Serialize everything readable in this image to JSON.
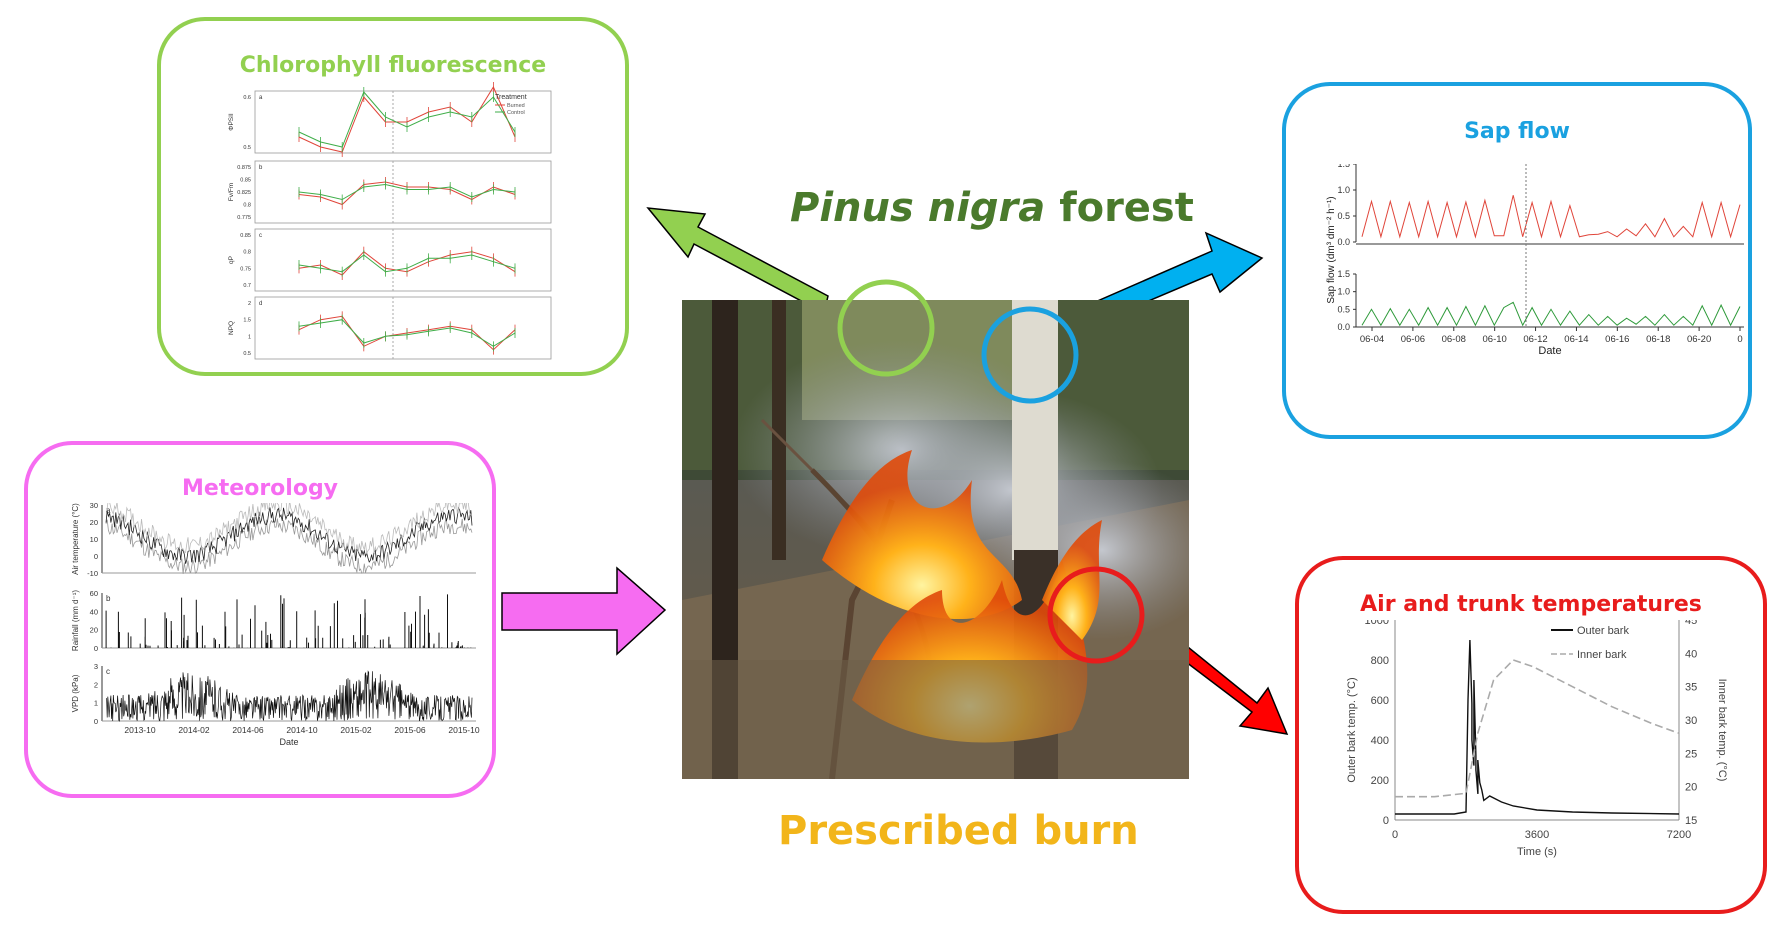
{
  "header": {
    "species": "Pinus nigra",
    "suffix": " forest",
    "burn": "Prescribed burn"
  },
  "colors": {
    "chlorophyll": "#92d050",
    "sap": "#1aa1e0",
    "meteorology": "#f66cf1",
    "temperature": "#e81c1c",
    "species_title": "#4a7a2c",
    "burn_title": "#f2b51a"
  },
  "panels": {
    "chlorophyll": {
      "title": "Chlorophyll fluorescence",
      "subplots": [
        "a",
        "b",
        "c",
        "d"
      ],
      "ylabels": [
        "ΦPSII",
        "Fv/Fm",
        "qP",
        "NPQ"
      ],
      "legend_title": "Treatment",
      "legend": [
        "Burned",
        "Control"
      ]
    },
    "sap": {
      "title": "Sap flow",
      "ylabel": "Sap flow (dm³ dm⁻² h⁻¹)",
      "xlabel": "Date"
    },
    "meteorology": {
      "title": "Meteorology",
      "subplots": [
        "a",
        "b",
        "c"
      ],
      "ylabels": [
        "Air temperature (°C)",
        "Rainfall (mm d⁻¹)",
        "VPD (kPa)"
      ],
      "xlabel": "Date"
    },
    "temperature": {
      "title": "Air and trunk temperatures",
      "ylabel_left": "Outer bark temp. (°C)",
      "ylabel_right": "Inner bark temp. (°C)",
      "xlabel": "Time (s)",
      "legend": [
        "Outer bark",
        "Inner bark"
      ]
    }
  },
  "chart_data": [
    {
      "type": "line",
      "panel": "sap",
      "categories": [
        "06-04",
        "06-06",
        "06-08",
        "06-10",
        "06-12",
        "06-14",
        "06-16",
        "06-18",
        "06-20",
        "0"
      ],
      "yticks": [
        0.0,
        0.5,
        1.0,
        1.5
      ],
      "ylim": [
        0,
        1.5
      ],
      "series": [
        {
          "color": "#e0453a",
          "values": [
            0.1,
            0.78,
            0.1,
            0.78,
            0.1,
            0.76,
            0.1,
            0.78,
            0.1,
            0.76,
            0.1,
            0.77,
            0.1,
            0.8,
            0.12,
            0.12,
            0.9,
            0.1,
            0.76,
            0.1,
            0.78,
            0.1,
            0.7,
            0.1,
            0.14,
            0.15,
            0.2,
            0.1,
            0.25,
            0.12,
            0.35,
            0.1,
            0.45,
            0.1,
            0.3,
            0.1,
            0.76,
            0.1,
            0.76,
            0.1,
            0.72
          ]
        },
        {
          "color": "#2e9a3a",
          "values": [
            0.05,
            0.5,
            0.05,
            0.52,
            0.05,
            0.5,
            0.05,
            0.55,
            0.05,
            0.55,
            0.05,
            0.58,
            0.05,
            0.6,
            0.05,
            0.55,
            0.7,
            0.05,
            0.55,
            0.05,
            0.5,
            0.05,
            0.45,
            0.05,
            0.35,
            0.05,
            0.3,
            0.05,
            0.25,
            0.08,
            0.3,
            0.05,
            0.35,
            0.05,
            0.3,
            0.05,
            0.6,
            0.05,
            0.62,
            0.05,
            0.58
          ]
        }
      ]
    },
    {
      "type": "line",
      "panel": "meteorology",
      "categories": [
        "2013-10",
        "2014-02",
        "2014-06",
        "2014-10",
        "2015-02",
        "2015-06",
        "2015-10"
      ],
      "subcharts": [
        {
          "ylim": [
            -10,
            30
          ],
          "yticks": [
            -10,
            0,
            10,
            20,
            30
          ]
        },
        {
          "ylim": [
            0,
            60
          ],
          "yticks": [
            0,
            20,
            40,
            60
          ]
        },
        {
          "ylim": [
            0,
            3
          ],
          "yticks": [
            0,
            1,
            2,
            3
          ]
        }
      ]
    },
    {
      "type": "line",
      "panel": "temperature",
      "xlim": [
        0,
        7200
      ],
      "xticks": [
        0,
        3600,
        7200
      ],
      "ylim_left": [
        0,
        1000
      ],
      "yticks_left": [
        0,
        200,
        400,
        600,
        800,
        1000
      ],
      "ylim_right": [
        15,
        45
      ],
      "yticks_right": [
        15,
        20,
        25,
        30,
        35,
        40,
        45
      ],
      "series": [
        {
          "name": "Outer bark",
          "axis": "left",
          "x": [
            0,
            1500,
            1800,
            1850,
            1900,
            1950,
            2000,
            2050,
            2100,
            2200,
            2400,
            2700,
            3000,
            3600,
            4500,
            5500,
            7200
          ],
          "y": [
            30,
            30,
            40,
            600,
            900,
            400,
            700,
            250,
            300,
            150,
            120,
            90,
            70,
            50,
            40,
            35,
            30
          ]
        },
        {
          "name": "Inner bark",
          "axis": "right",
          "x": [
            0,
            1000,
            1800,
            2100,
            2500,
            3000,
            3500,
            4500,
            5500,
            6500,
            7200
          ],
          "y": [
            18.5,
            18.5,
            19,
            28,
            36,
            39,
            38,
            35,
            32,
            29.5,
            28
          ]
        }
      ]
    },
    {
      "type": "line",
      "panel": "chlorophyll",
      "subcharts": [
        {
          "yticks": [
            0.5,
            0.6
          ],
          "series": [
            {
              "name": "Burned",
              "color": "#e0453a",
              "values": [
                0.52,
                0.5,
                0.49,
                0.6,
                0.55,
                0.55,
                0.57,
                0.58,
                0.55,
                0.62,
                0.52
              ]
            },
            {
              "name": "Control",
              "color": "#3fae49",
              "values": [
                0.53,
                0.51,
                0.5,
                0.61,
                0.56,
                0.54,
                0.56,
                0.57,
                0.56,
                0.6,
                0.53
              ]
            }
          ]
        },
        {
          "yticks": [
            0.775,
            0.8,
            0.825,
            0.85,
            0.875
          ],
          "series": [
            {
              "name": "Burned",
              "color": "#e0453a",
              "values": [
                0.82,
                0.815,
                0.8,
                0.84,
                0.845,
                0.835,
                0.835,
                0.83,
                0.81,
                0.835,
                0.82
              ]
            },
            {
              "name": "Control",
              "color": "#3fae49",
              "values": [
                0.825,
                0.82,
                0.81,
                0.835,
                0.84,
                0.83,
                0.83,
                0.835,
                0.815,
                0.83,
                0.825
              ]
            }
          ]
        },
        {
          "yticks": [
            0.7,
            0.75,
            0.8,
            0.85
          ],
          "series": [
            {
              "name": "Burned",
              "color": "#e0453a",
              "values": [
                0.75,
                0.76,
                0.73,
                0.8,
                0.75,
                0.74,
                0.77,
                0.79,
                0.8,
                0.78,
                0.74
              ]
            },
            {
              "name": "Control",
              "color": "#3fae49",
              "values": [
                0.76,
                0.75,
                0.74,
                0.79,
                0.74,
                0.75,
                0.78,
                0.78,
                0.79,
                0.77,
                0.75
              ]
            }
          ]
        },
        {
          "yticks": [
            0.5,
            1.0,
            1.5,
            2.0
          ],
          "series": [
            {
              "name": "Burned",
              "color": "#e0453a",
              "values": [
                1.2,
                1.5,
                1.6,
                0.7,
                1.0,
                1.1,
                1.2,
                1.3,
                1.2,
                0.6,
                1.2
              ]
            },
            {
              "name": "Control",
              "color": "#3fae49",
              "values": [
                1.3,
                1.4,
                1.5,
                0.8,
                1.0,
                1.05,
                1.15,
                1.25,
                1.1,
                0.7,
                1.1
              ]
            }
          ]
        }
      ]
    }
  ]
}
